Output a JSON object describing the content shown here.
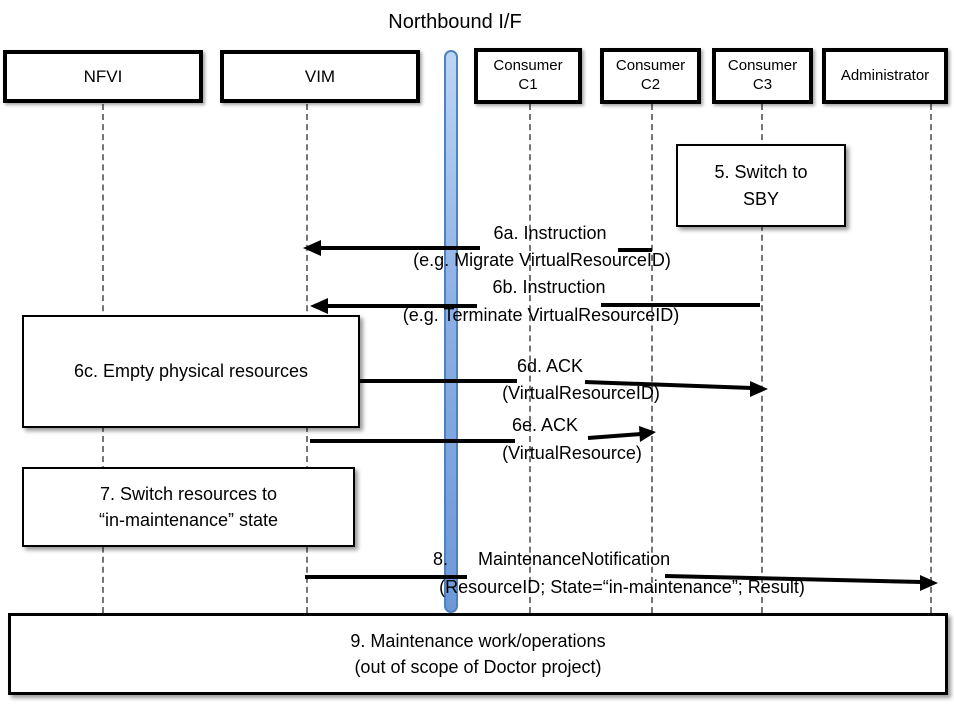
{
  "title": "Northbound I/F",
  "colors": {
    "arrow": "#000000",
    "lifeline": "#757575",
    "nbif_bar_fill_top": "#bcd5f5",
    "nbif_bar_fill_bottom": "#6d98d8",
    "nbif_bar_border": "#4f81bd",
    "box_border": "#000000",
    "box_fill": "#ffffff"
  },
  "actors": {
    "nfvi": {
      "label": "NFVI"
    },
    "vim": {
      "label": "VIM"
    },
    "c1": {
      "label": "Consumer\nC1"
    },
    "c2": {
      "label": "Consumer\nC2"
    },
    "c3": {
      "label": "Consumer\nC3"
    },
    "admin": {
      "label": "Administrator"
    }
  },
  "steps": {
    "s5": {
      "label": "5. Switch to\nSBY"
    },
    "s6a": {
      "name": "6a. Instruction",
      "detail": "(e.g. Migrate VirtualResourceID)"
    },
    "s6b": {
      "name": "6b. Instruction",
      "detail": "(e.g. Terminate VirtualResourceID)"
    },
    "s6c": {
      "label": "6c. Empty physical resources"
    },
    "s6d": {
      "name": "6d. ACK",
      "detail": "(VirtualResourceID)"
    },
    "s6e": {
      "name": "6e. ACK",
      "detail": "(VirtualResource)"
    },
    "s7": {
      "label": "7. Switch resources to\n“in-maintenance” state"
    },
    "s8": {
      "name": "8.      MaintenanceNotification",
      "detail": "(ResourceID; State=“in-maintenance”; Result)"
    },
    "s9": {
      "label": "9. Maintenance work/operations\n(out of scope of Doctor project)"
    }
  }
}
